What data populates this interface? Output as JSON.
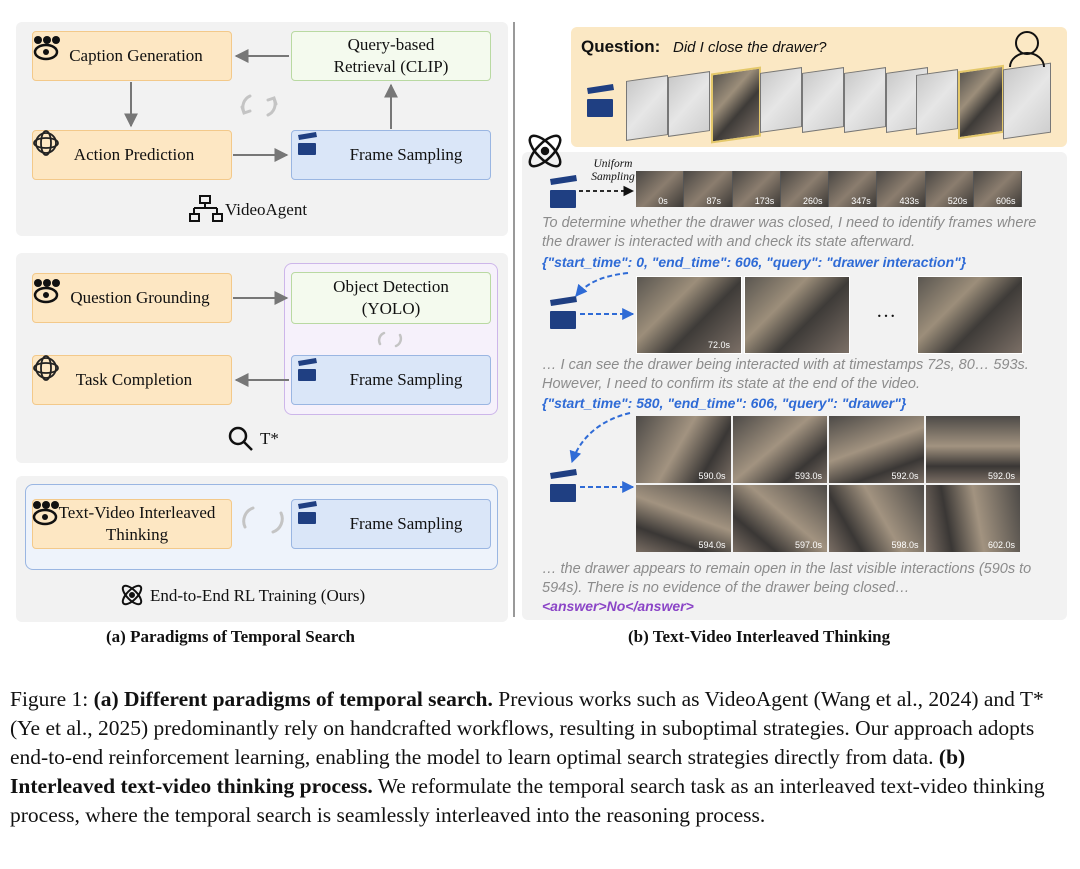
{
  "panel_a": {
    "videoagent": {
      "caption_generation": "Caption Generation",
      "query_retrieval": "Query-based Retrieval (CLIP)",
      "action_prediction": "Action Prediction",
      "frame_sampling": "Frame Sampling",
      "name": "VideoAgent"
    },
    "tstar": {
      "question_grounding": "Question Grounding",
      "object_detection": "Object Detection (YOLO)",
      "task_completion": "Task Completion",
      "frame_sampling": "Frame Sampling",
      "name": "T*"
    },
    "ours": {
      "interleaved_thinking": "Text-Video Interleaved Thinking",
      "frame_sampling": "Frame Sampling",
      "name": "End-to-End RL Training (Ours)"
    },
    "caption": "(a) Paradigms of Temporal Search"
  },
  "panel_b": {
    "question_label": "Question:",
    "question_text": "Did I close the drawer?",
    "uniform_sampling": "Uniform Sampling",
    "timeline_ticks": [
      "0s",
      "87s",
      "173s",
      "260s",
      "347s",
      "433s",
      "520s",
      "606s"
    ],
    "reasoning_1": "To determine whether the drawer was closed, I need to identify frames where the drawer is interacted with and check its state afterward.",
    "call_1": "{\"start_time\": 0, \"end_time\": 606, \"query\": \"drawer interaction\"}",
    "frame_time_1": "72.0s",
    "ellipsis": "…",
    "reasoning_2": "… I can see the drawer being interacted with at timestamps 72s, 80… 593s. However, I need to confirm its state at the end of the video.",
    "call_2": "{\"start_time\": 580, \"end_time\": 606, \"query\": \"drawer\"}",
    "grid_times": [
      "590.0s",
      "593.0s",
      "592.0s",
      "592.0s",
      "594.0s",
      "597.0s",
      "598.0s",
      "602.0s"
    ],
    "reasoning_3": "… the drawer appears to remain open in the last visible interactions (590s to 594s). There is no evidence of the drawer being closed…",
    "answer": "<answer>No</answer>",
    "caption": "(b) Text-Video Interleaved Thinking"
  },
  "figure_caption": {
    "label": "Figure 1:",
    "part_a_bold": "(a) Different paradigms of temporal search.",
    "part_a_text": "Previous works such as VideoAgent (Wang et al., 2024) and T* (Ye et al., 2025) predominantly rely on handcrafted workflows, resulting in suboptimal strategies. Our approach adopts end-to-end reinforcement learning, enabling the model to learn optimal search strategies directly from data.",
    "part_b_bold": "(b) Interleaved text-video thinking process.",
    "part_b_text": "We reformulate the temporal search task as an interleaved text-video thinking process, where the temporal search is seamlessly interleaved into the reasoning process."
  }
}
